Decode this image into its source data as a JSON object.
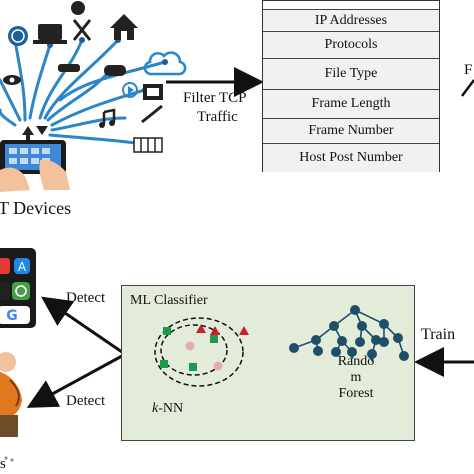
{
  "iot": {
    "caption": "T Devices"
  },
  "filter": {
    "label_line1": "Filter TCP",
    "label_line2": "Traffic"
  },
  "features": [
    "IP Addresses",
    "Protocols",
    "File Type",
    "Frame Length",
    "Frame Number",
    "Host Post Number"
  ],
  "right_partial_label": "F",
  "classifier": {
    "title": "ML Classifier",
    "knn_k": "k",
    "knn_suffix": "-NN",
    "forest_line1": "Rando",
    "forest_line2": "m",
    "forest_line3": "Forest"
  },
  "train_label": "Train",
  "detect_top": "Detect",
  "detect_bottom": "Detect",
  "bottom_partial_label": "s",
  "colors": {
    "panel_bg": "#e3ecd8",
    "knn_green": "#1a9a4a",
    "knn_red": "#cc1e2a",
    "knn_pink": "#e8aab0",
    "tree_node": "#1f4e6b",
    "icon_blue": "#1d5f99",
    "device_blue": "#3d89d8",
    "hand_skin": "#f3c19c"
  }
}
